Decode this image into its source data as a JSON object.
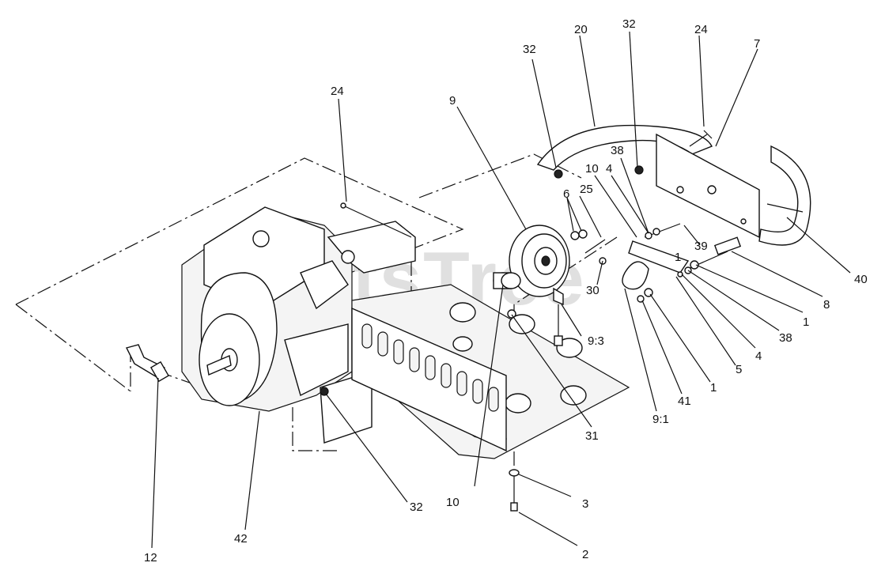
{
  "watermark": "PartsTree",
  "callouts": [
    "24",
    "32",
    "20",
    "32",
    "24",
    "7",
    "9",
    "38",
    "10",
    "4",
    "6",
    "25",
    "39",
    "1",
    "40",
    "30",
    "8",
    "9:3",
    "1",
    "38",
    "4",
    "5",
    "1",
    "41",
    "9:1",
    "31",
    "10",
    "3",
    "2",
    "32",
    "42",
    "12"
  ]
}
